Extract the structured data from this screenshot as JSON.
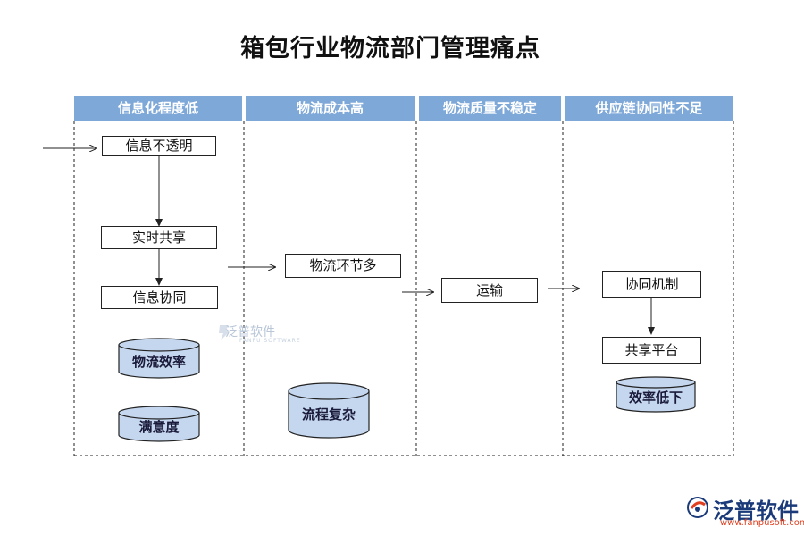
{
  "title": "箱包行业物流部门管理痛点",
  "lanes": [
    {
      "label": "信息化程度低"
    },
    {
      "label": "物流成本高"
    },
    {
      "label": "物流质量不稳定"
    },
    {
      "label": "供应链协同性不足"
    }
  ],
  "nodes": {
    "info_opaque": "信息不透明",
    "realtime_share": "实时共享",
    "info_collab": "信息协同",
    "logistics_links": "物流环节多",
    "transport": "运输",
    "collab_mechanism": "协同机制",
    "share_platform": "共享平台"
  },
  "cylinders": {
    "logistics_efficiency": "物流效率",
    "satisfaction": "满意度",
    "complex_process": "流程复杂",
    "low_efficiency": "效率低下"
  },
  "watermark": {
    "name": "泛普软件",
    "sub": "FANPU SOFTWARE"
  },
  "brand": {
    "name": "泛普软件",
    "url": "www.fanpusoft.com"
  },
  "colors": {
    "lane_header": "#7ea8d8",
    "cylinder_fill": "#c5d7ef",
    "brand": "#1a3a7a"
  }
}
